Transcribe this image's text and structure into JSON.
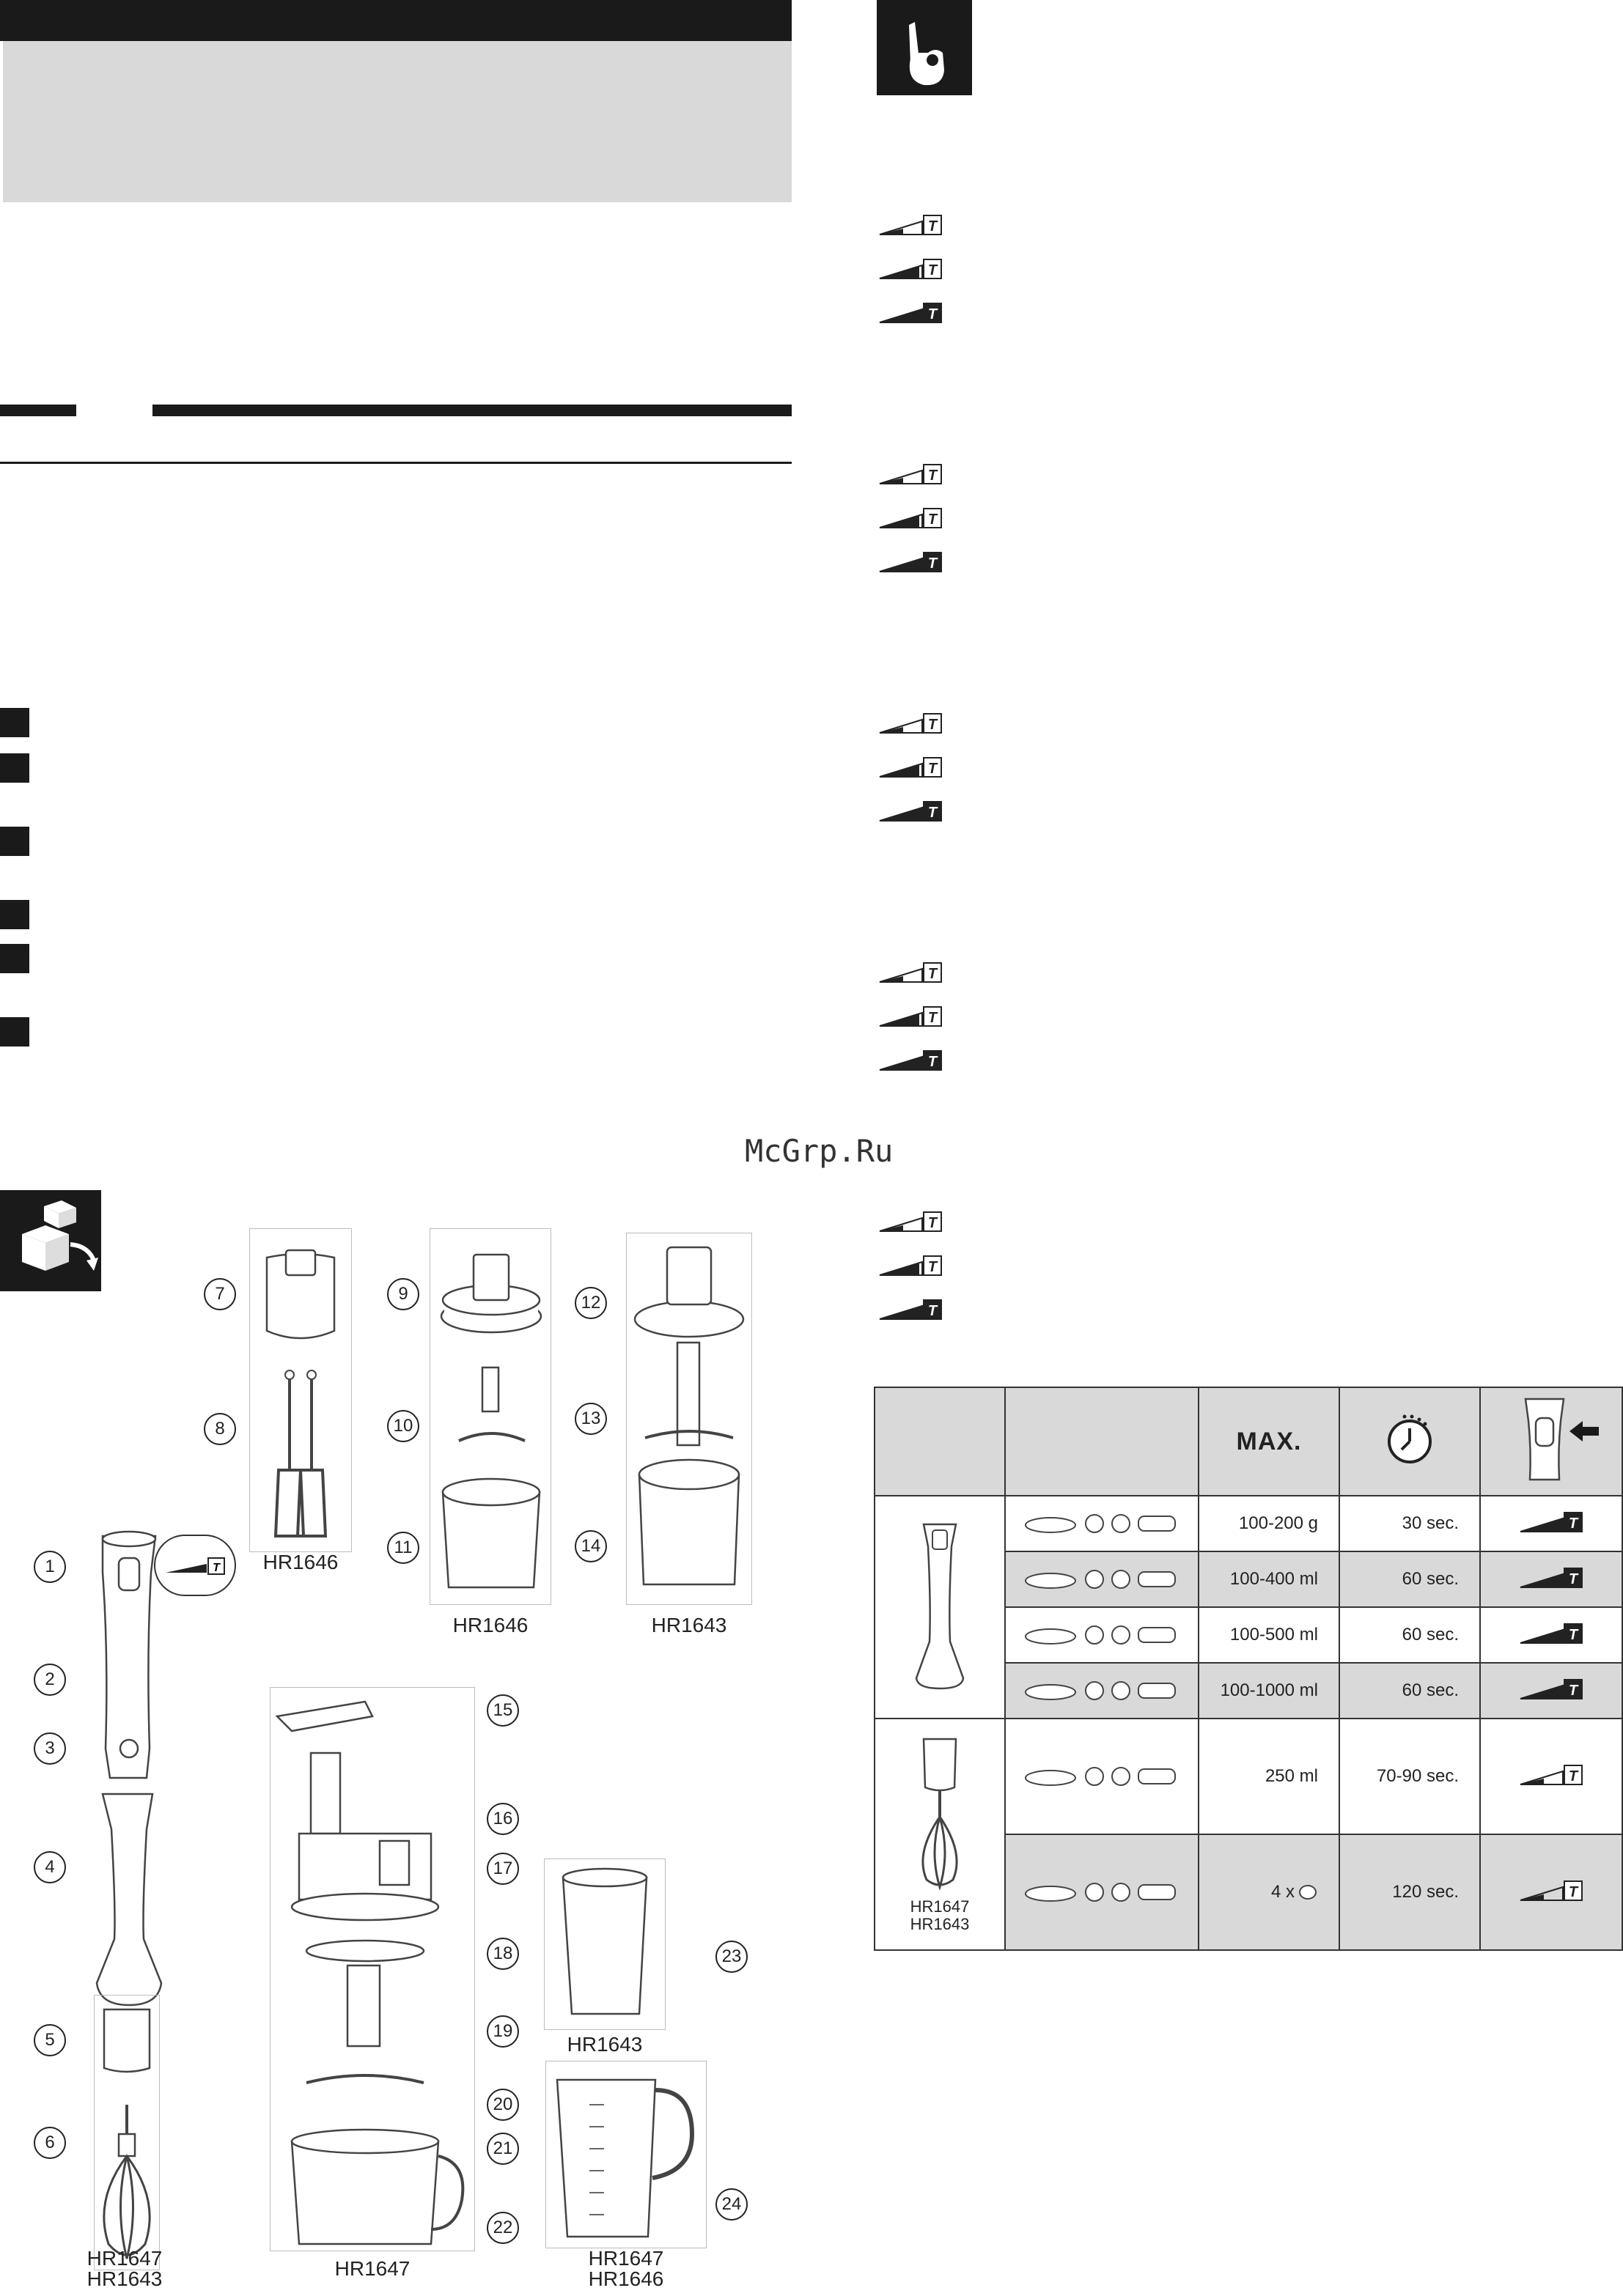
{
  "watermark": "McGrp.Ru",
  "left_steps": 6,
  "models": {
    "hr1646_top": "HR1646",
    "hr1646_chopper": "HR1646",
    "hr1643_chopper": "HR1643",
    "hr1643_beaker": "HR1643",
    "hr1647_processor": "HR1647",
    "hr1647_whisk_a": "HR1647",
    "hr1643_whisk_b": "HR1643",
    "hr1647_jug_a": "HR1647",
    "hr1646_jug_b": "HR1646"
  },
  "callouts": [
    "1",
    "2",
    "3",
    "4",
    "5",
    "6",
    "7",
    "8",
    "9",
    "10",
    "11",
    "12",
    "13",
    "14",
    "15",
    "16",
    "17",
    "18",
    "19",
    "20",
    "21",
    "22",
    "23",
    "24"
  ],
  "speed_groups": [
    [
      {
        "level": 1
      },
      {
        "level": 2
      },
      {
        "level": 3
      }
    ],
    [
      {
        "level": 1
      },
      {
        "level": 2
      },
      {
        "level": 3
      }
    ],
    [
      {
        "level": 1
      },
      {
        "level": 2
      },
      {
        "level": 3
      }
    ],
    [
      {
        "level": 1
      },
      {
        "level": 2
      },
      {
        "level": 3
      }
    ],
    [
      {
        "level": 1
      },
      {
        "level": 2
      },
      {
        "level": 3
      }
    ]
  ],
  "table": {
    "header": {
      "max": "MAX."
    },
    "rows": [
      {
        "amount": "100-200 g",
        "time": "30 sec.",
        "speed": 3,
        "shade": false
      },
      {
        "amount": "100-400 ml",
        "time": "60 sec.",
        "speed": 3,
        "shade": true
      },
      {
        "amount": "100-500 ml",
        "time": "60 sec.",
        "speed": 3,
        "shade": false
      },
      {
        "amount": "100-1000 ml",
        "time": "60 sec.",
        "speed": 3,
        "shade": true
      },
      {
        "amount": "250 ml",
        "time": "70-90 sec.",
        "speed": 1,
        "shade": false
      },
      {
        "amount": "4 x",
        "time": "120 sec.",
        "speed": 1,
        "shade": true
      }
    ],
    "whisk_models": [
      "HR1647",
      "HR1643"
    ]
  }
}
